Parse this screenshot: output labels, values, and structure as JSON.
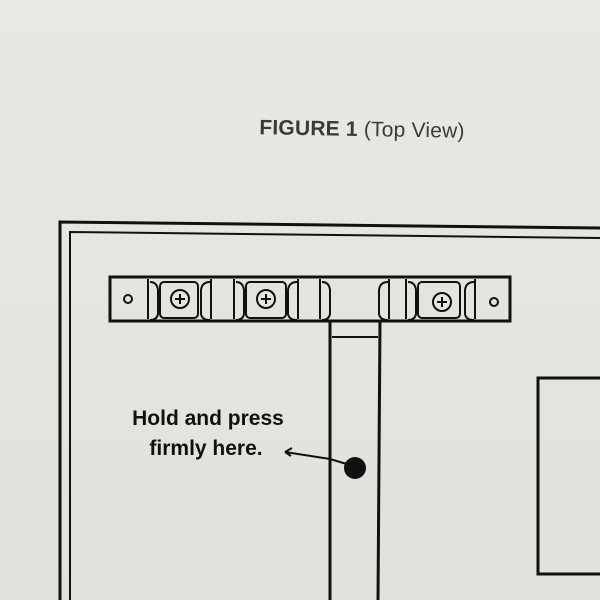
{
  "figure": {
    "title_main": "FIGURE 1",
    "title_paren": "(Top View)"
  },
  "callout": {
    "line1": "Hold and press",
    "line2": "firmly here."
  },
  "colors": {
    "paper": "#e6e6e0",
    "ink": "#111111"
  },
  "icons": [
    "phillips-screw-icon",
    "small-rivet-icon",
    "press-point-dot-icon"
  ]
}
